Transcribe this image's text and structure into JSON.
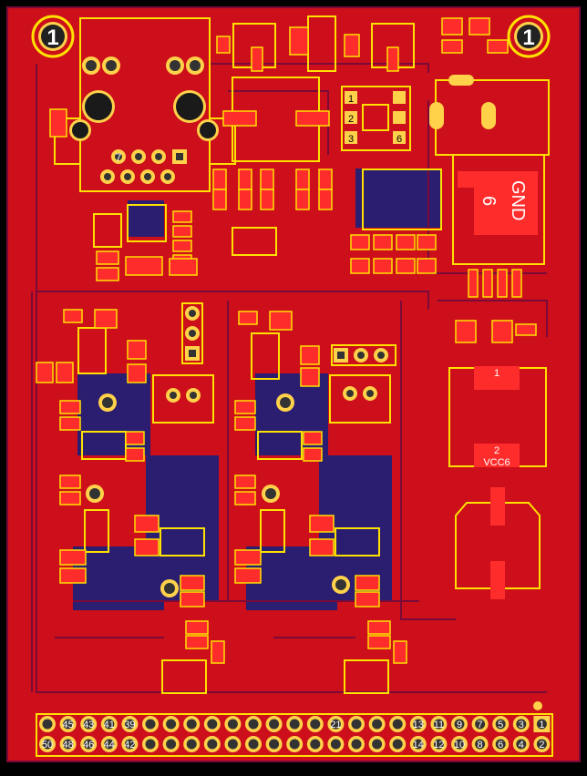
{
  "colors": {
    "board": "#cc0f1a",
    "silk": "#ffe100",
    "pad": "#ff2c2c",
    "copperBottom": "#1a1f7a",
    "trace": "#7a0a3a",
    "bg": "#000000"
  },
  "mounting_hole_label": "1",
  "connector_top": {
    "label_7": "7"
  },
  "jumper_block": {
    "pins": [
      "1",
      "2",
      "3",
      "6"
    ]
  },
  "gnd_label": "GND",
  "gnd_number": "6",
  "vcc_block": {
    "pad1": "1",
    "pad2": "2",
    "net": "VCC6"
  },
  "header": {
    "top_row": [
      "45",
      "43",
      "41",
      "39",
      "21",
      "13",
      "11",
      "9",
      "7",
      "5",
      "3",
      "1"
    ],
    "bottom_row": [
      "50",
      "48",
      "46",
      "44",
      "42",
      "14",
      "12",
      "10",
      "8",
      "6",
      "4",
      "2"
    ]
  }
}
